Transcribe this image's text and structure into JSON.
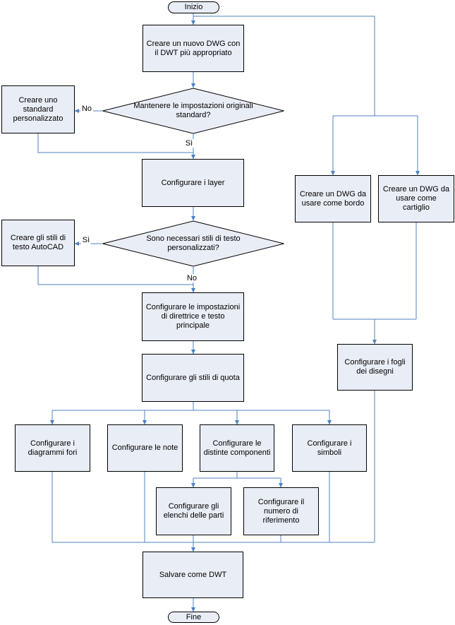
{
  "diagram": {
    "nodes": {
      "start": {
        "type": "terminator",
        "label": "Inizio"
      },
      "new_dwg": {
        "type": "process",
        "label": "Creare un nuovo DWG con il DWT più appropriato"
      },
      "keep_std": {
        "type": "decision",
        "label": "Mantenere le impostazioni originali standard?"
      },
      "custom_std": {
        "type": "process",
        "label": "Creare uno standard personalizzato"
      },
      "layers": {
        "type": "process",
        "label": "Configurare i layer"
      },
      "need_text": {
        "type": "decision",
        "label": "Sono necessari stili di testo personalizzati?"
      },
      "text_styles": {
        "type": "process",
        "label": "Creare gli stili di testo AutoCAD"
      },
      "leader": {
        "type": "process",
        "label": "Configurare le impostazioni di direttrice e testo principale"
      },
      "dim_styles": {
        "type": "process",
        "label": "Configurare gli stili di quota"
      },
      "dwg_border": {
        "type": "process",
        "label": "Creare un DWG da usare come bordo"
      },
      "dwg_title": {
        "type": "process",
        "label": "Creare un DWG da usare come cartiglio"
      },
      "sheets": {
        "type": "process",
        "label": "Configurare i fogli dei disegni"
      },
      "hole_charts": {
        "type": "process",
        "label": "Configurare i diagrammi fori"
      },
      "notes": {
        "type": "process",
        "label": "Configurare le note"
      },
      "bom": {
        "type": "process",
        "label": "Configurare le distinte componenti"
      },
      "symbols": {
        "type": "process",
        "label": "Configurare i simboli"
      },
      "parts_lists": {
        "type": "process",
        "label": "Configurare gli elenchi delle parti"
      },
      "balloons": {
        "type": "process",
        "label": "Configurare il numero di riferimento"
      },
      "save_dwt": {
        "type": "process",
        "label": "Salvare come DWT"
      },
      "end": {
        "type": "terminator",
        "label": "Fine"
      }
    },
    "edge_labels": {
      "keep_std_no": "No",
      "keep_std_yes": "Sì",
      "need_text_yes": "Sì",
      "need_text_no": "No"
    },
    "colors": {
      "node_fill": "#E9EDF6",
      "node_border": "#000000",
      "connector": "#4F81BD",
      "text": "#000000"
    }
  }
}
